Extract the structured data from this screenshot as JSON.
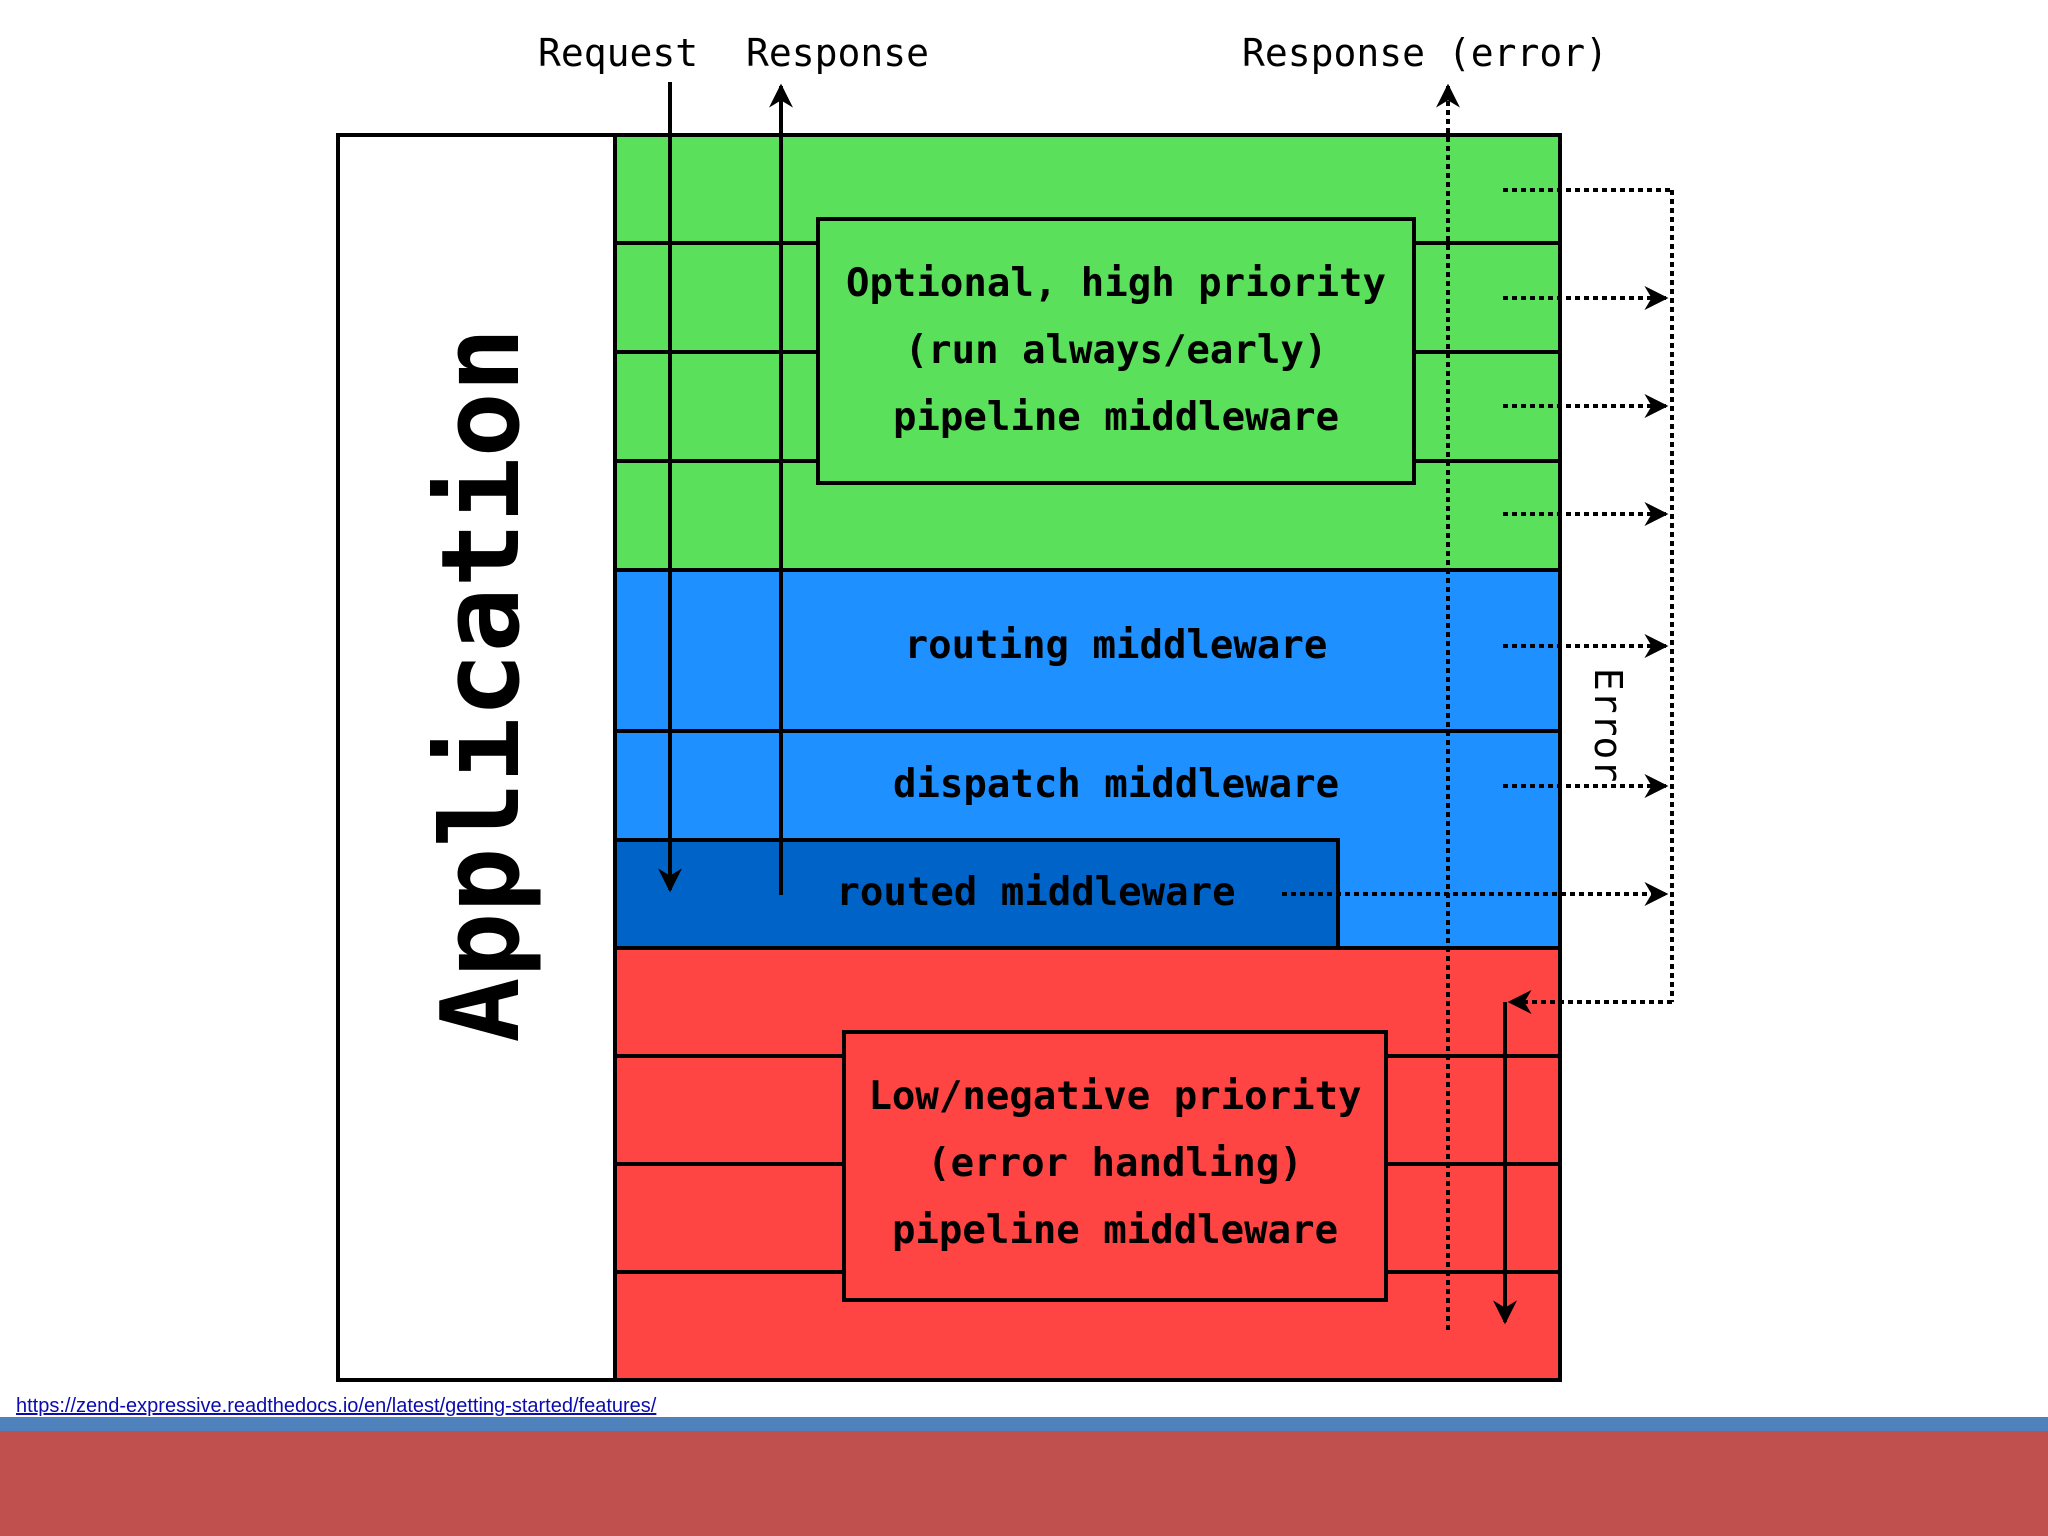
{
  "diagram": {
    "top_labels": {
      "request": "Request",
      "response": "Response",
      "response_error": "Response (error)"
    },
    "application_label": "Application",
    "error_label": "Error",
    "high_priority_box": {
      "line1": "Optional, high priority",
      "line2": "(run always/early)",
      "line3": "pipeline middleware"
    },
    "routing_label": "routing middleware",
    "dispatch_label": "dispatch middleware",
    "routed_label": "routed middleware",
    "low_priority_box": {
      "line1": "Low/negative priority",
      "line2": "(error handling)",
      "line3": "pipeline middleware"
    },
    "colors": {
      "green": "#5ae05a",
      "blue": "#1e90ff",
      "dark_blue": "#0063c8",
      "red": "#ff4444",
      "footer_blue": "#4f81bd",
      "footer_red": "#c0504d"
    }
  },
  "footer": {
    "source_url": "https://zend-expressive.readthedocs.io/en/latest/getting-started/features/"
  }
}
